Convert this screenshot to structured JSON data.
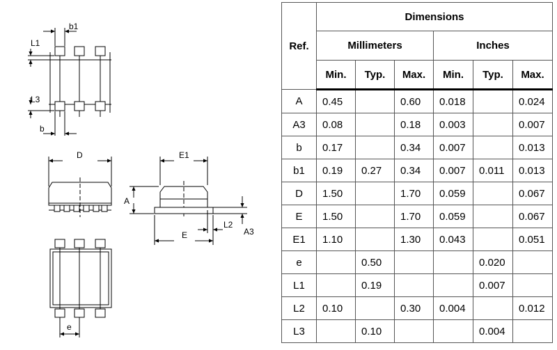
{
  "drawing_labels": {
    "b1": "b1",
    "L1": "L1",
    "L3": "L3",
    "b": "b",
    "D": "D",
    "E1": "E1",
    "A": "A",
    "E": "E",
    "L2": "L2",
    "A3": "A3",
    "e": "e"
  },
  "table": {
    "ref_header": "Ref.",
    "dimensions_header": "Dimensions",
    "millimeters_header": "Millimeters",
    "inches_header": "Inches",
    "sub_headers": [
      "Min.",
      "Typ.",
      "Max.",
      "Min.",
      "Typ.",
      "Max."
    ],
    "rows": [
      [
        "A",
        "0.45",
        "",
        "0.60",
        "0.018",
        "",
        "0.024"
      ],
      [
        "A3",
        "0.08",
        "",
        "0.18",
        "0.003",
        "",
        "0.007"
      ],
      [
        "b",
        "0.17",
        "",
        "0.34",
        "0.007",
        "",
        "0.013"
      ],
      [
        "b1",
        "0.19",
        "0.27",
        "0.34",
        "0.007",
        "0.011",
        "0.013"
      ],
      [
        "D",
        "1.50",
        "",
        "1.70",
        "0.059",
        "",
        "0.067"
      ],
      [
        "E",
        "1.50",
        "",
        "1.70",
        "0.059",
        "",
        "0.067"
      ],
      [
        "E1",
        "1.10",
        "",
        "1.30",
        "0.043",
        "",
        "0.051"
      ],
      [
        "e",
        "",
        "0.50",
        "",
        "",
        "0.020",
        ""
      ],
      [
        "L1",
        "",
        "0.19",
        "",
        "",
        "0.007",
        ""
      ],
      [
        "L2",
        "0.10",
        "",
        "0.30",
        "0.004",
        "",
        "0.012"
      ],
      [
        "L3",
        "",
        "0.10",
        "",
        "",
        "0.004",
        ""
      ]
    ]
  }
}
